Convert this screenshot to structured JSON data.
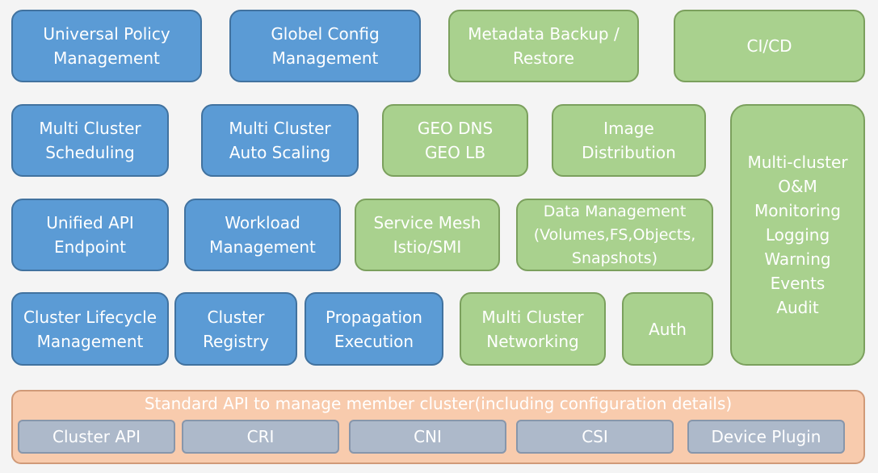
{
  "blocks": {
    "universal_policy": "Universal Policy\nManagement",
    "global_config": "Globel Config\nManagement",
    "metadata_backup": "Metadata Backup /\nRestore",
    "cicd": "CI/CD",
    "mc_scheduling": "Multi Cluster\nScheduling",
    "mc_autoscaling": "Multi Cluster\nAuto Scaling",
    "geo": "GEO DNS\nGEO LB",
    "image_distribution": "Image\nDistribution",
    "multicluster_om": "Multi-cluster\nO&M\nMonitoring\nLogging\nWarning\nEvents\nAudit",
    "unified_api": "Unified API\nEndpoint",
    "workload": "Workload\nManagement",
    "service_mesh": "Service Mesh\nIstio/SMI",
    "data_management": "Data Management\n(Volumes,FS,Objects,\nSnapshots)",
    "cluster_lifecycle": "Cluster Lifecycle\nManagement",
    "cluster_registry": "Cluster\nRegistry",
    "propagation": "Propagation\nExecution",
    "mc_networking": "Multi Cluster\nNetworking",
    "auth": "Auth"
  },
  "footer": {
    "title": "Standard API to manage member cluster(including configuration details)",
    "plugins": [
      "Cluster API",
      "CRI",
      "CNI",
      "CSI",
      "Device Plugin"
    ]
  },
  "colors": {
    "blue_fill": "#5b9bd5",
    "green_fill": "#a9d18e",
    "footer_fill": "#f8cbad",
    "plugin_fill": "#adb9ca"
  }
}
